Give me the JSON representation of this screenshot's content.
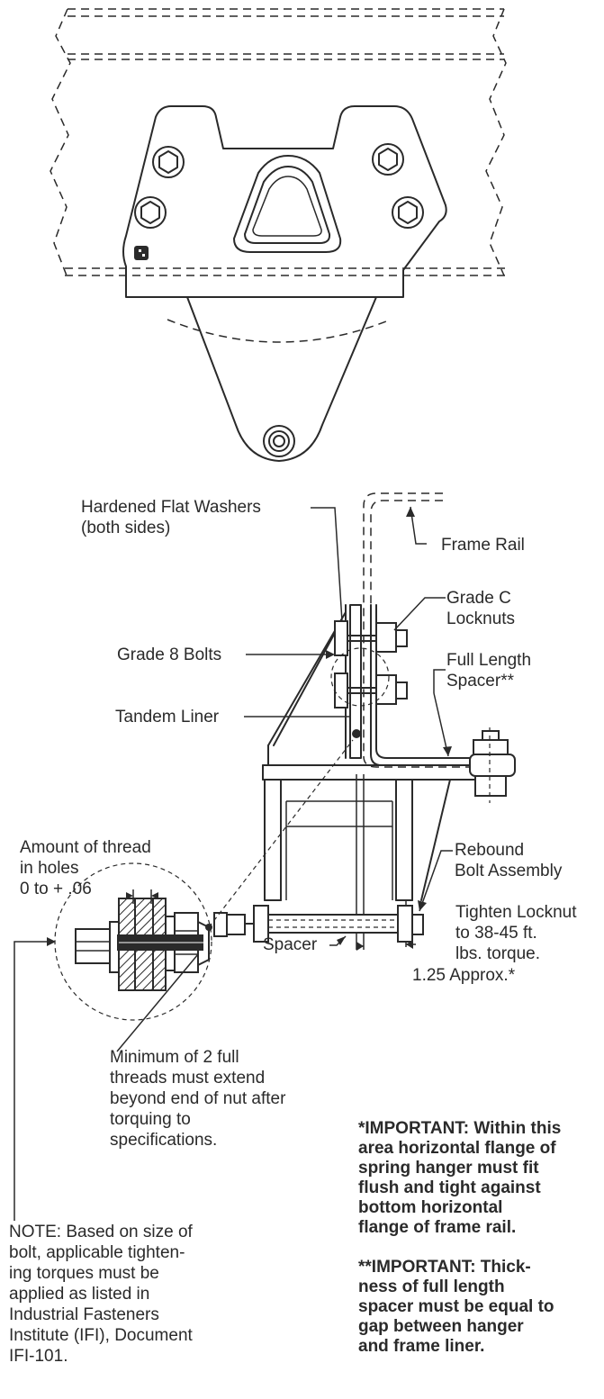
{
  "labels": {
    "washers": "Hardened Flat Washers\n(both sides)",
    "frame_rail": "Frame Rail",
    "grade_c": "Grade C\nLocknuts",
    "grade_8": "Grade 8 Bolts",
    "full_length_spacer": "Full Length\nSpacer**",
    "tandem_liner": "Tandem Liner",
    "thread_amount": "Amount of thread\nin holes\n0 to  + .06",
    "rebound_bolt": "Rebound\nBolt Assembly",
    "tighten": "Tighten Locknut\nto 38-45 ft.\nlbs. torque.",
    "spacer": "Spacer",
    "approx": "1.25 Approx.*",
    "min_threads": "Minimum of 2 full\nthreads must extend\nbeyond end of nut after\ntorquing to\nspecifications.",
    "note": "NOTE: Based on size of\nbolt, applicable tighten-\ning torques must be\napplied as listed in\nIndustrial Fasteners\nInstitute (IFI), Document\nIFI-101.",
    "important_1": "*IMPORTANT: Within this\narea horizontal flange of\nspring hanger must fit\nflush and tight against\nbottom horizontal\nflange of frame rail.",
    "important_2": "**IMPORTANT: Thick-\nness of full length\nspacer must be equal to\ngap between hanger\nand frame liner."
  }
}
